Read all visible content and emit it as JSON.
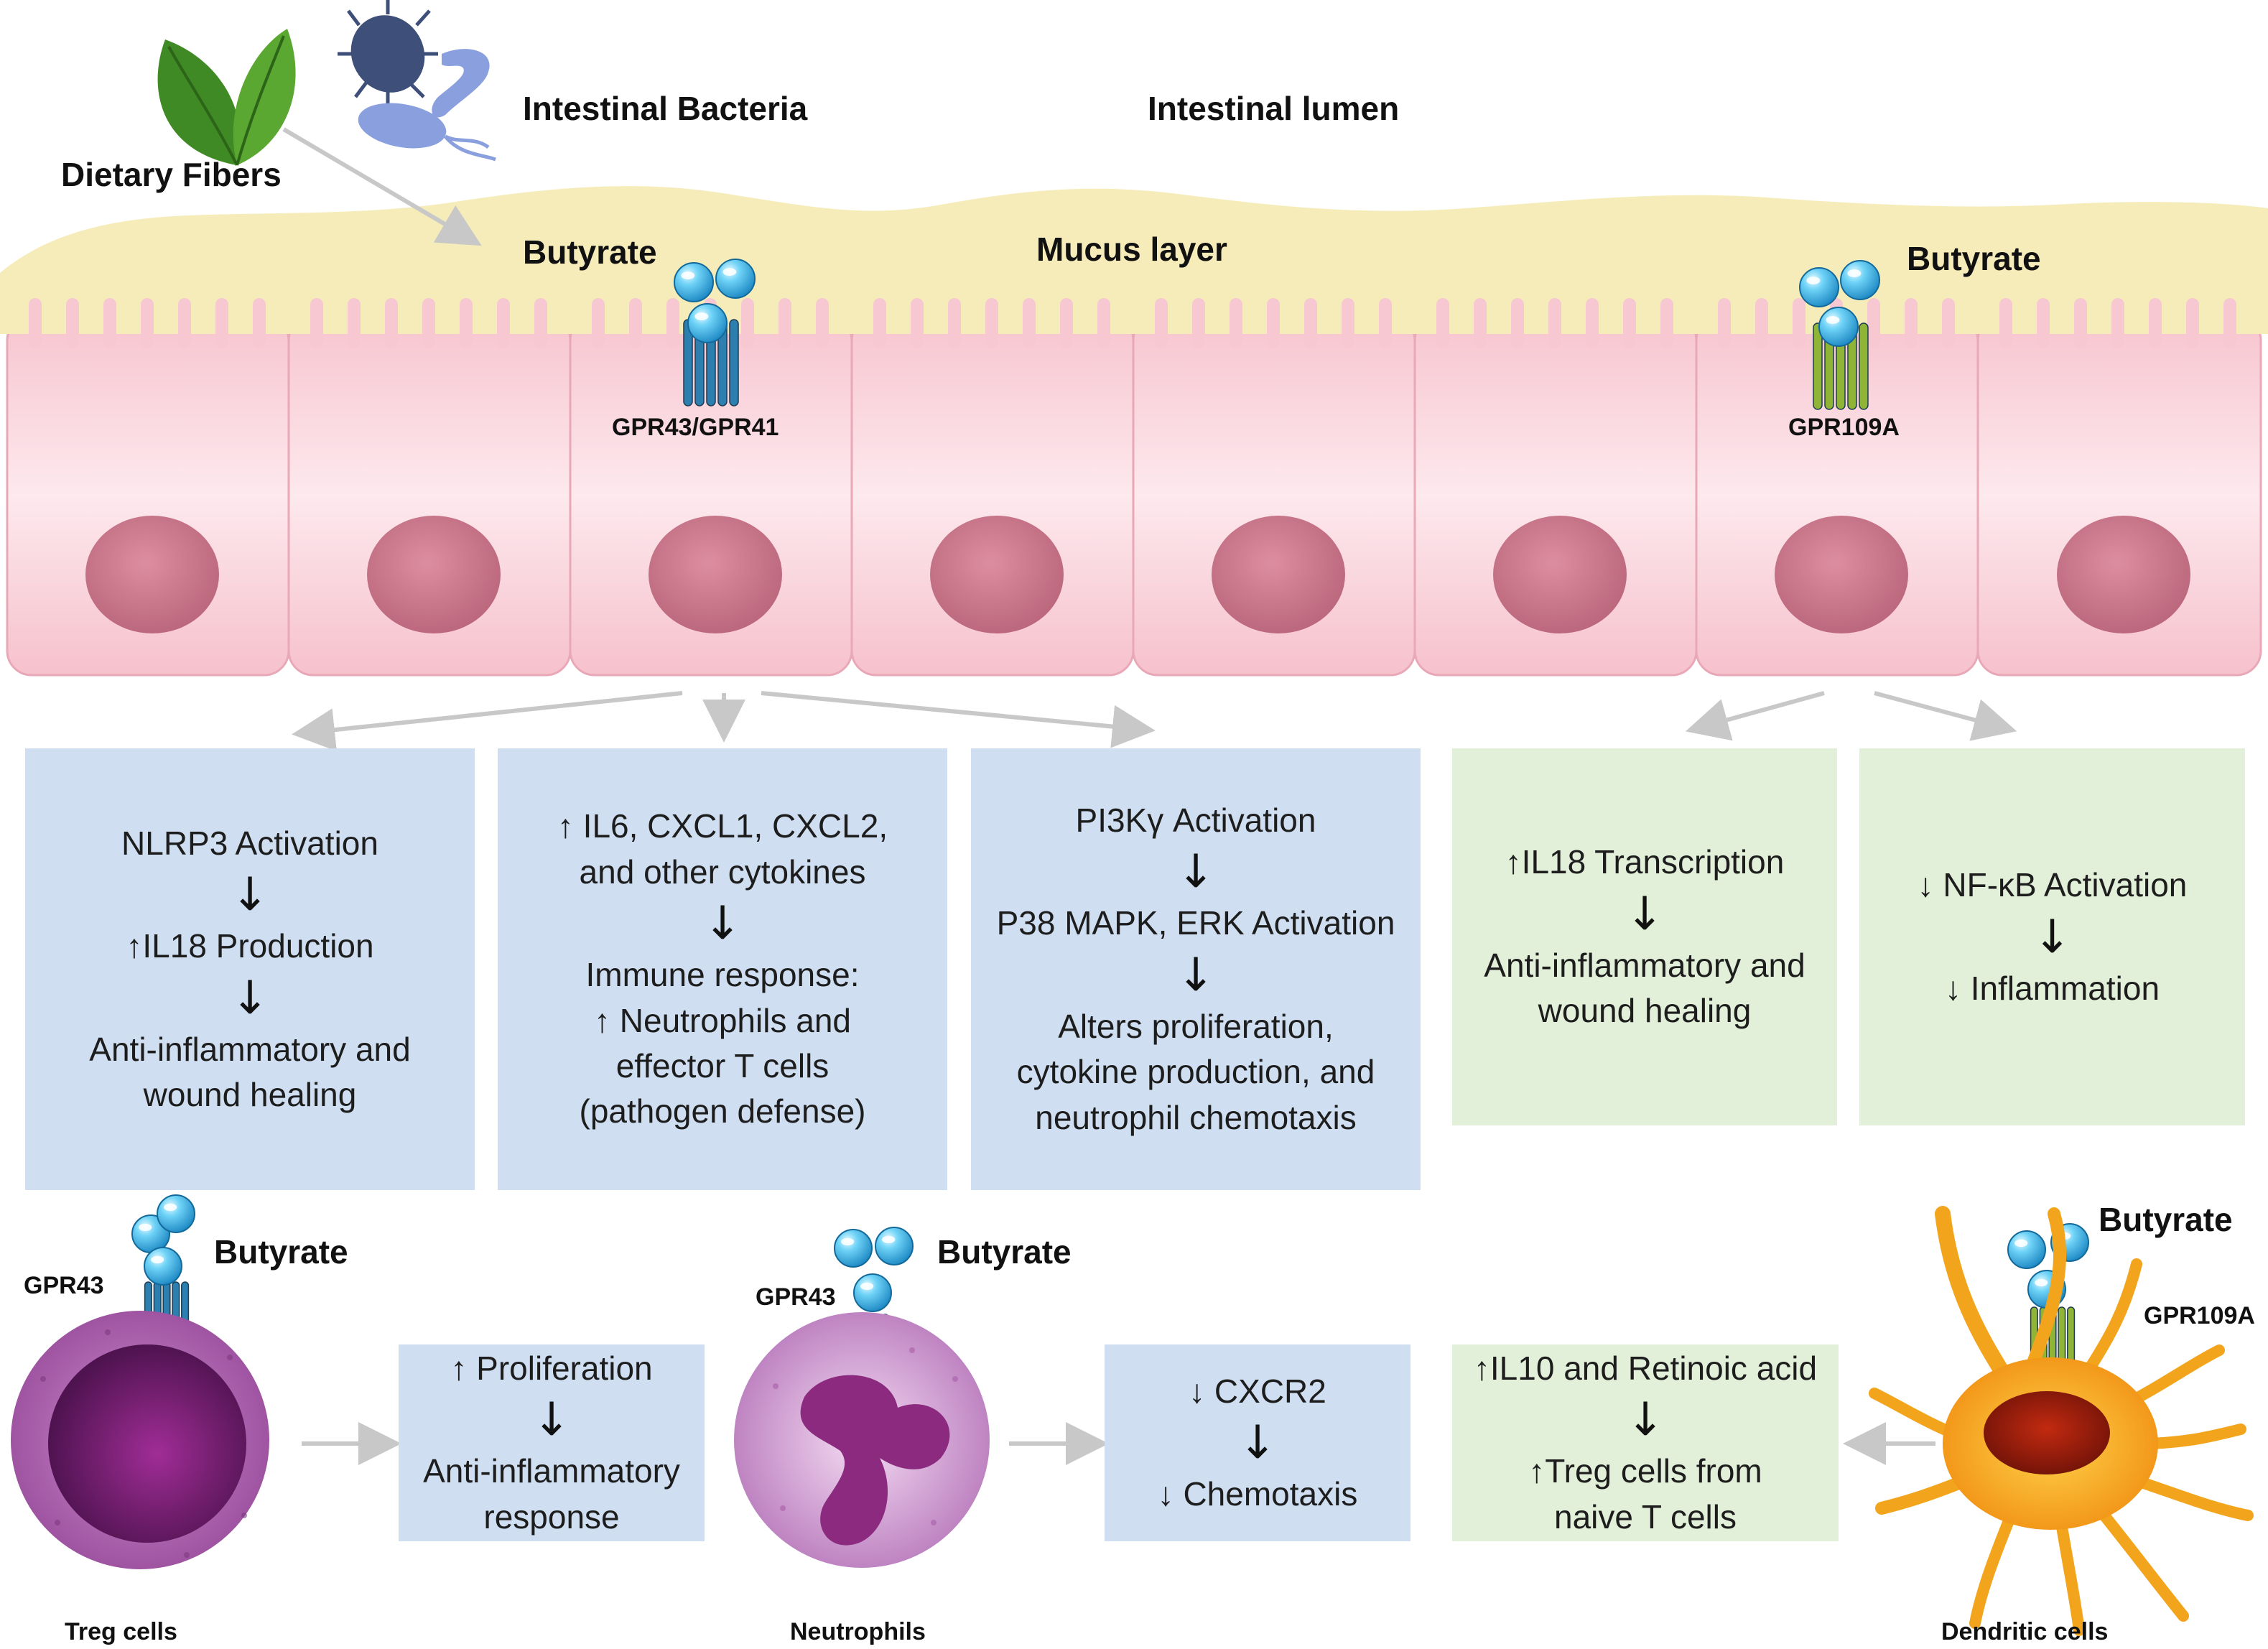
{
  "labels": {
    "dietary_fibers": "Dietary Fibers",
    "intestinal_bacteria": "Intestinal Bacteria",
    "intestinal_lumen": "Intestinal lumen",
    "butyrate_left": "Butyrate",
    "mucus_layer": "Mucus layer",
    "butyrate_right": "Butyrate",
    "gpr43_gpr41": "GPR43/GPR41",
    "gpr109a_epi": "GPR109A",
    "treg_gpr43": "GPR43",
    "treg_butyrate": "Butyrate",
    "treg_cells": "Treg cells",
    "neutro_gpr43": "GPR43",
    "neutro_butyrate": "Butyrate",
    "neutrophils": "Neutrophils",
    "dc_butyrate": "Butyrate",
    "dc_gpr109a": "GPR109A",
    "dendritic_cells": "Dendritic cells"
  },
  "boxes": {
    "nlrp3": {
      "line1": "NLRP3 Activation",
      "arrow1": "↓",
      "line2": "↑IL18 Production",
      "arrow2": "↓",
      "line3": "Anti-inflammatory and",
      "line4": "wound healing"
    },
    "il6": {
      "line1": "↑ IL6, CXCL1, CXCL2,",
      "line2": "and other cytokines",
      "arrow1": "↓",
      "line3": "Immune response:",
      "line4": "↑ Neutrophils and",
      "line5": "effector T cells",
      "line6": "(pathogen defense)"
    },
    "pi3k": {
      "line1": "PI3Kγ Activation",
      "arrow1": "↓",
      "line2": "P38 MAPK, ERK Activation",
      "arrow2": "↓",
      "line3": "Alters proliferation,",
      "line4": "cytokine production, and",
      "line5": "neutrophil chemotaxis"
    },
    "il18t": {
      "line1": "↑IL18 Transcription",
      "arrow1": "↓",
      "line2": "Anti-inflammatory and",
      "line3": "wound healing"
    },
    "nfkb": {
      "line1": "↓ NF-κB Activation",
      "arrow1": "↓",
      "line2": "↓ Inflammation"
    },
    "prolif": {
      "line1": "↑  Proliferation",
      "arrow1": "↓",
      "line2": "Anti-inflammatory",
      "line3": "response"
    },
    "cxcr2": {
      "line1": "↓ CXCR2",
      "arrow1": "↓",
      "line2": "↓ Chemotaxis"
    },
    "il10": {
      "line1": "↑IL10 and Retinoic acid",
      "arrow1": "↓",
      "line2": "↑Treg cells from",
      "line3": "naive T cells"
    }
  },
  "colors": {
    "mucus": "#f6ecba",
    "epithelium": "#f8cdd5",
    "nucleus": "#cd7a8c",
    "blue_box": "#cfdff1",
    "green_box": "#e2efd9",
    "receptor_blue": "#2d7faf",
    "receptor_green": "#90b436",
    "butyrate_ball": "#36b6e8",
    "treg": "#8c3d8c",
    "neutrophil": "#cf9cd1",
    "dendritic": "#f2a51c",
    "arrow_grey": "#c8c8c8"
  }
}
